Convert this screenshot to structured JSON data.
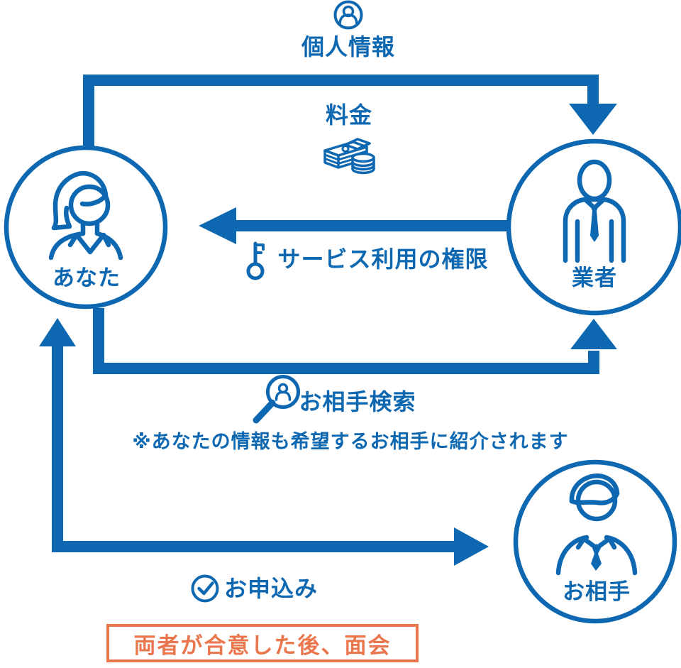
{
  "palette": {
    "blue": "#0e68b1",
    "orange": "#ea764e",
    "background": "#ffffff"
  },
  "nodes": {
    "you": {
      "label": "あなた",
      "icon": "woman-icon"
    },
    "agent": {
      "label": "業者",
      "icon": "businessman-icon"
    },
    "partner": {
      "label": "お相手",
      "icon": "young-man-icon"
    }
  },
  "flows": {
    "personal_info": {
      "label": "個人情報",
      "icon": "person-circle-icon"
    },
    "fee": {
      "label": "料金",
      "icon": "money-icon"
    },
    "service_rights": {
      "label": "サービス利用の権限",
      "icon": "key-icon"
    },
    "partner_search": {
      "label": "お相手検索",
      "icon": "magnifier-person-icon",
      "note": "※あなたの情報も希望するお相手に紹介されます"
    },
    "application": {
      "label": "お申込み",
      "icon": "check-circle-icon"
    }
  },
  "footer": {
    "meeting_note": "両者が合意した後、面会"
  }
}
